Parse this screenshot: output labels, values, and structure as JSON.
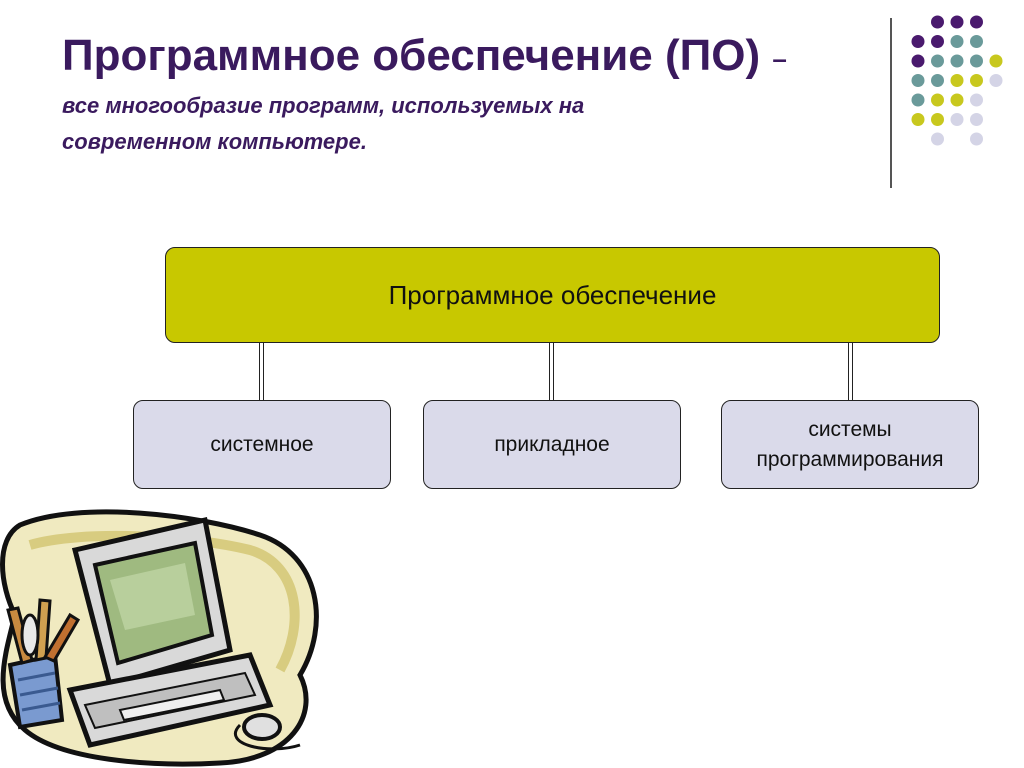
{
  "slide": {
    "title": "Программное обеспечение (ПО)",
    "title_dash": "–",
    "subtitle_line1": "все многообразие программ, используемых на",
    "subtitle_line2": "современном компьютере."
  },
  "diagram": {
    "root": "Программное обеспечение",
    "children": [
      {
        "line1": "системное",
        "line2": ""
      },
      {
        "line1": "прикладное",
        "line2": ""
      },
      {
        "line1": "системы",
        "line2": "программирования"
      }
    ]
  },
  "colors": {
    "title": "#3a1a5e",
    "root_fill": "#c8c800",
    "child_fill": "#dadaea",
    "dot_purple": "#4a1a6e",
    "dot_teal": "#6a9a9a",
    "dot_yellow": "#c8c81e",
    "dot_lavender": "#d4d4e6"
  },
  "icons": {
    "decor": "dot-grid-decoration",
    "clipart": "computer-clipart"
  }
}
